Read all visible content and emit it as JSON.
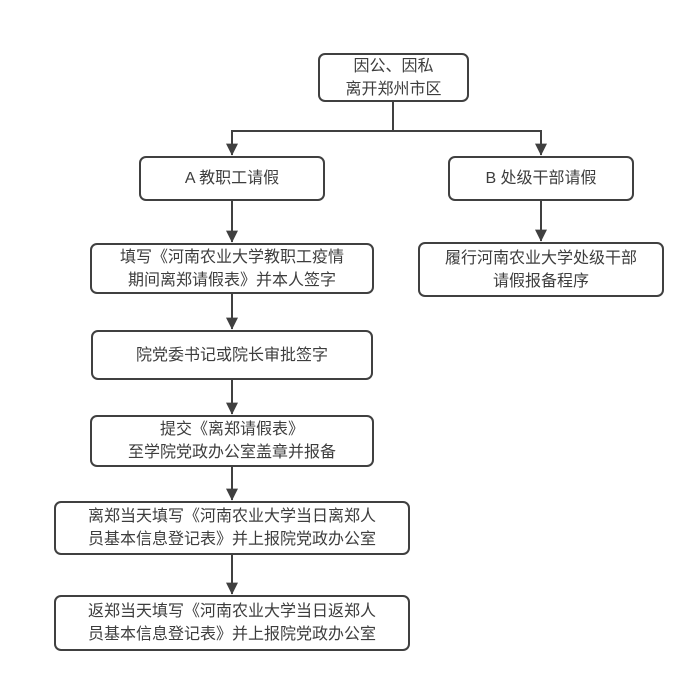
{
  "colors": {
    "line": "#404040",
    "text": "#3d3d3d",
    "background": "#ffffff"
  },
  "diagram": {
    "type": "flowchart",
    "nodes": [
      {
        "id": "start",
        "label": "因公、因私\n离开郑州市区"
      },
      {
        "id": "branch-a",
        "label": "A 教职工请假"
      },
      {
        "id": "branch-b",
        "label": "B 处级干部请假"
      },
      {
        "id": "a-step-1",
        "label": "填写《河南农业大学教职工疫情\n期间离郑请假表》并本人签字"
      },
      {
        "id": "b-step-1",
        "label": "履行河南农业大学处级干部\n请假报备程序"
      },
      {
        "id": "a-step-2",
        "label": "院党委书记或院长审批签字"
      },
      {
        "id": "a-step-3",
        "label": "提交《离郑请假表》\n至学院党政办公室盖章并报备"
      },
      {
        "id": "a-step-4",
        "label": "离郑当天填写《河南农业大学当日离郑人\n员基本信息登记表》并上报院党政办公室"
      },
      {
        "id": "a-step-5",
        "label": "返郑当天填写《河南农业大学当日返郑人\n员基本信息登记表》并上报院党政办公室"
      }
    ],
    "edges": [
      {
        "from": "start",
        "to": "branch-a"
      },
      {
        "from": "start",
        "to": "branch-b"
      },
      {
        "from": "branch-a",
        "to": "a-step-1"
      },
      {
        "from": "branch-b",
        "to": "b-step-1"
      },
      {
        "from": "a-step-1",
        "to": "a-step-2"
      },
      {
        "from": "a-step-2",
        "to": "a-step-3"
      },
      {
        "from": "a-step-3",
        "to": "a-step-4"
      },
      {
        "from": "a-step-4",
        "to": "a-step-5"
      }
    ]
  }
}
